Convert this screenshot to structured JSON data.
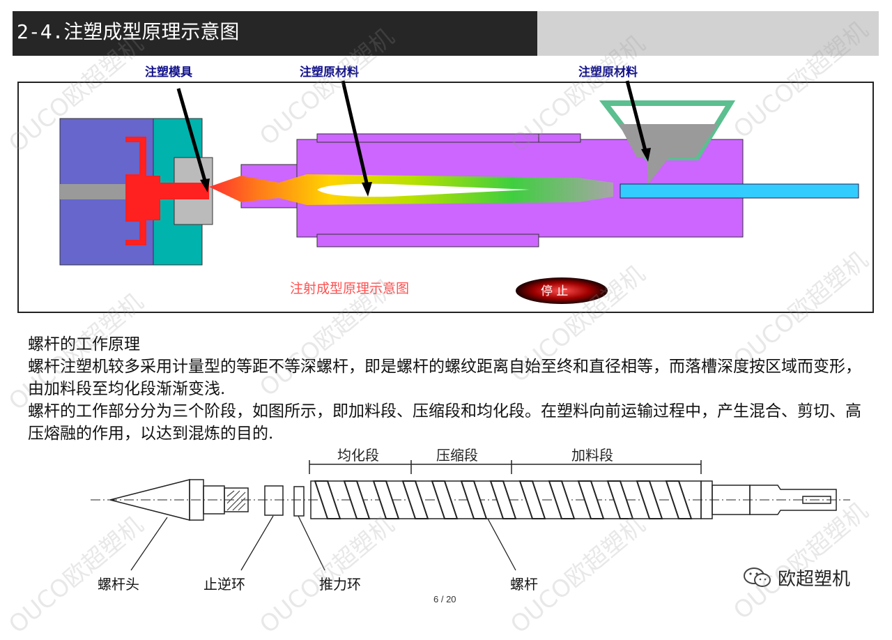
{
  "header": {
    "title": "2-4.注塑成型原理示意图"
  },
  "diagram_top": {
    "callouts": [
      "注塑模具",
      "注塑原材料",
      "注塑原材料"
    ],
    "caption": "注射成型原理示意图",
    "stop_button": "停 止",
    "colors": {
      "mold": "#6060c8",
      "mold_insert": "#00b8b0",
      "barrel": "#cc55ff",
      "screw_bar": "#33ccff",
      "hopper": "#66cc99",
      "melt": "#ff2020",
      "callout_text": "#10108a"
    }
  },
  "body": {
    "heading": "螺杆的工作原理",
    "para1": "螺杆注塑机较多采用计量型的等距不等深螺杆，即是螺杆的螺纹距离自始至终和直径相等，而落槽深度按区域而变形，由加料段至均化段渐渐变浅.",
    "para2": "螺杆的工作部分分为三个阶段，如图所示，即加料段、压缩段和均化段。在塑料向前运输过程中，产生混合、剪切、高压熔融的作用，以达到混炼的目的."
  },
  "screw_diagram": {
    "zones": [
      "均化段",
      "压缩段",
      "加料段"
    ],
    "labels": [
      "螺杆头",
      "止逆环",
      "推力环",
      "螺杆"
    ]
  },
  "footer": {
    "page": "6 / 20",
    "brand": "欧超塑机",
    "brand_icon": "wechat-icon"
  },
  "watermark": "OUCO欧超塑机"
}
